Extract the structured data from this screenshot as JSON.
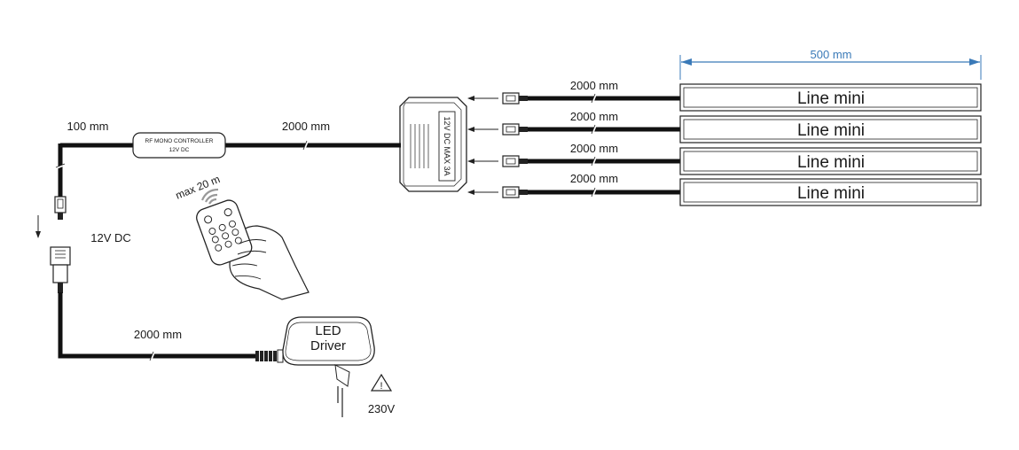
{
  "dimension": {
    "label": "500 mm",
    "color": "#3a7ab8"
  },
  "strips": [
    {
      "label": "Line mini",
      "cable_label": "2000 mm"
    },
    {
      "label": "Line mini",
      "cable_label": "2000 mm"
    },
    {
      "label": "Line mini",
      "cable_label": "2000 mm"
    },
    {
      "label": "Line mini",
      "cable_label": "2000 mm"
    }
  ],
  "distributor": {
    "label": "12V DC MAX 3A"
  },
  "controller": {
    "title": "RF MONO CONTROLLER",
    "subtitle": "12V DC"
  },
  "cables": {
    "controller_to_distributor": "2000 mm",
    "lead_top": "100 mm",
    "driver_to_connector": "2000 mm"
  },
  "remote": {
    "range": "max 20 m",
    "wifi_icon": "wireless-signal-icon",
    "hand_icon": "hand-icon"
  },
  "connector": {
    "voltage": "12V DC"
  },
  "driver": {
    "line1": "LED",
    "line2": "Driver"
  },
  "mains": {
    "warning_icon": "warning-triangle-icon",
    "voltage": "230V"
  }
}
